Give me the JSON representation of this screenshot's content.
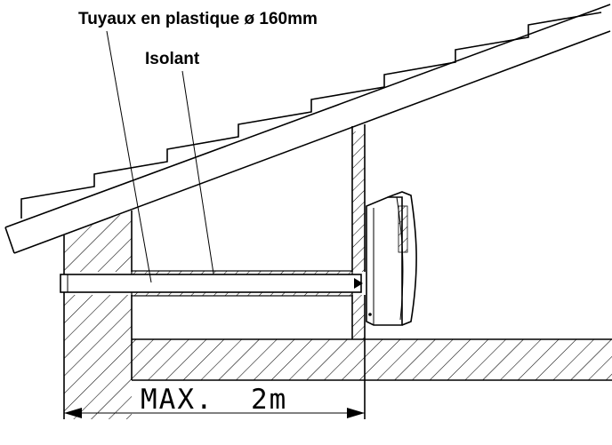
{
  "labels": {
    "pipe": "Tuyaux en plastique ø 160mm",
    "insulation": "Isolant",
    "dimension": "MAX.  2m"
  },
  "colors": {
    "ink": "#000000",
    "background": "#ffffff"
  }
}
